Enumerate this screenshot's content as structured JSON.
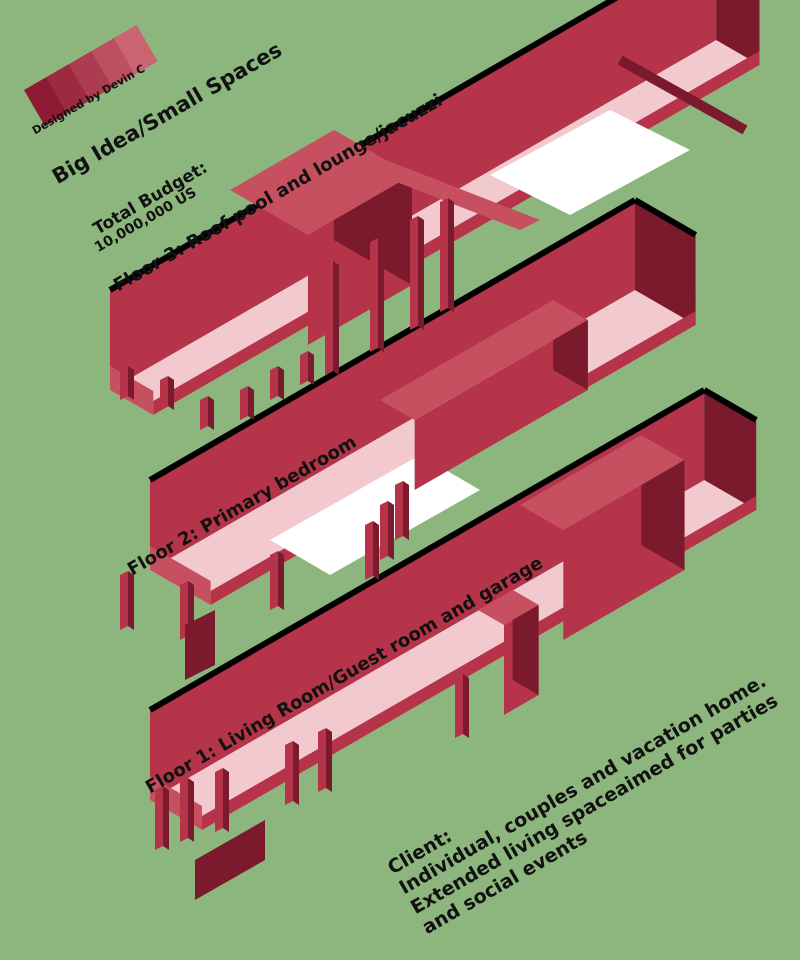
{
  "credit": "Designed by Devin C",
  "title": "Big Idea/Small Spaces",
  "budget": {
    "label": "Total Budget:",
    "value": "10,000,000 US"
  },
  "floors": [
    {
      "id": "floor-3",
      "label": "Floor 3: Roof pool and lounge/jacuzzi"
    },
    {
      "id": "floor-2",
      "label": "Floor 2:  Primary bedroom"
    },
    {
      "id": "floor-1",
      "label": "Floor 1: Living Room/Guest room and garage"
    }
  ],
  "client": {
    "heading": "Client:",
    "lines": [
      "Individual, couples and vacation home.",
      "Extended living spaceaimed for parties",
      "and social events"
    ]
  },
  "colors": {
    "background": "#8db67e",
    "wall": "#b5344a",
    "wall_dark": "#7a1a2c",
    "wall_mid": "#c75060",
    "floor": "#f1c9cf",
    "pool": "#ffffff",
    "top_edge": "#000000",
    "swatches": [
      "#8e1a33",
      "#9e2a40",
      "#ad3c50",
      "#bc5060",
      "#c96470"
    ]
  }
}
